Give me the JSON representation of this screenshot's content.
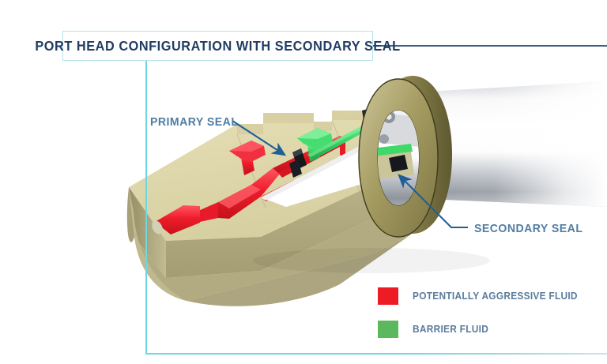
{
  "title": {
    "text": "PORT HEAD CONFIGURATION WITH SECONDARY SEAL"
  },
  "callouts": [
    {
      "id": "primary",
      "label": "PRIMARY SEAL"
    },
    {
      "id": "secondary",
      "label": "SECONDARY SEAL"
    }
  ],
  "legend": {
    "items": [
      {
        "label": "POTENTIALLY AGGRESSIVE FLUID",
        "color": "#ed1c24"
      },
      {
        "label": "BARRIER FLUID",
        "color": "#5cb85c"
      }
    ]
  },
  "colors": {
    "title_text": "#223c63",
    "callout_text": "#4f7da3",
    "legend_text": "#5a7b9c",
    "frame_cyan": "#6ed7e6",
    "title_rule": "#3f5f80",
    "arrow": "#1f5f93",
    "aggressive_fluid": "#ed1c24",
    "barrier_fluid": "#5cb85c",
    "housing_top": "#ded7ab",
    "housing_front": "#b5ad82",
    "housing_dark": "#8e875f",
    "flange_metal": "#9a9256",
    "shaft_white": "#f4f4f4",
    "shaft_gray": "#8c9199",
    "seal_black": "#1a1a1a"
  },
  "diagram": {
    "type": "3d-cutaway-cross-section",
    "subject": "pump port head with primary and secondary mechanical seals",
    "parts": [
      "housing body cutaway",
      "rotating shaft",
      "bearing flange ring",
      "primary seal face",
      "secondary seal face",
      "aggressive fluid channel",
      "barrier fluid channel"
    ]
  }
}
